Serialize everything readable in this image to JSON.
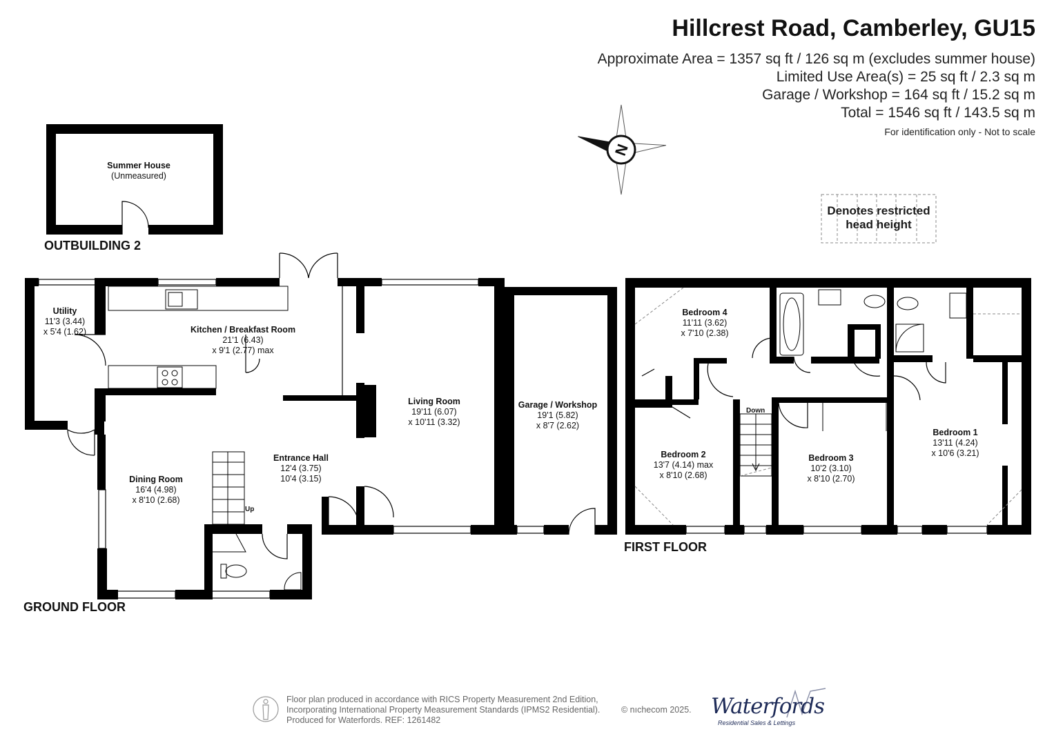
{
  "header": {
    "title": "Hillcrest Road, Camberley, GU15",
    "areas": [
      "Approximate Area = 1357 sq ft / 126 sq m (excludes summer house)",
      "Limited Use Area(s) = 25 sq ft / 2.3 sq m",
      "Garage / Workshop = 164 sq ft / 15.2 sq m",
      "Total = 1546 sq ft / 143.5 sq m"
    ],
    "note": "For identification only - Not to scale"
  },
  "compass": {
    "label": "N"
  },
  "legend": {
    "line1": "Denotes restricted",
    "line2": "head height"
  },
  "floors": {
    "outbuilding": "OUTBUILDING 2",
    "ground": "GROUND FLOOR",
    "first": "FIRST FLOOR"
  },
  "rooms": {
    "summer_house": {
      "name": "Summer House",
      "dim1": "(Unmeasured)"
    },
    "utility": {
      "name": "Utility",
      "dim1": "11'3 (3.44)",
      "dim2": "x 5'4 (1.62)"
    },
    "kitchen": {
      "name": "Kitchen / Breakfast Room",
      "dim1": "21'1 (6.43)",
      "dim2": "x 9'1 (2.77) max"
    },
    "dining": {
      "name": "Dining Room",
      "dim1": "16'4 (4.98)",
      "dim2": "x 8'10 (2.68)"
    },
    "entrance": {
      "name": "Entrance Hall",
      "dim1": "12'4 (3.75)",
      "dim2": "10'4 (3.15)"
    },
    "living": {
      "name": "Living Room",
      "dim1": "19'11 (6.07)",
      "dim2": "x 10'11 (3.32)"
    },
    "garage": {
      "name": "Garage / Workshop",
      "dim1": "19'1 (5.82)",
      "dim2": "x 8'7 (2.62)"
    },
    "bedroom4": {
      "name": "Bedroom 4",
      "dim1": "11'11 (3.62)",
      "dim2": "x 7'10 (2.38)"
    },
    "bedroom2": {
      "name": "Bedroom 2",
      "dim1": "13'7 (4.14) max",
      "dim2": "x 8'10 (2.68)"
    },
    "bedroom3": {
      "name": "Bedroom 3",
      "dim1": "10'2 (3.10)",
      "dim2": "x 8'10 (2.70)"
    },
    "bedroom1": {
      "name": "Bedroom 1",
      "dim1": "13'11 (4.24)",
      "dim2": "x 10'6 (3.21)"
    }
  },
  "stairs": {
    "up": "Up",
    "down": "Down"
  },
  "footer": {
    "line1": "Floor plan produced in accordance with RICS Property Measurement 2nd Edition,",
    "line2": "Incorporating International Property Measurement Standards (IPMS2 Residential).",
    "line3": "Produced for Waterfords.   REF: 1261482",
    "copyright": "© nıchecom 2025.",
    "logo": "Waterfords",
    "logo_sub": "Residential Sales & Lettings"
  }
}
